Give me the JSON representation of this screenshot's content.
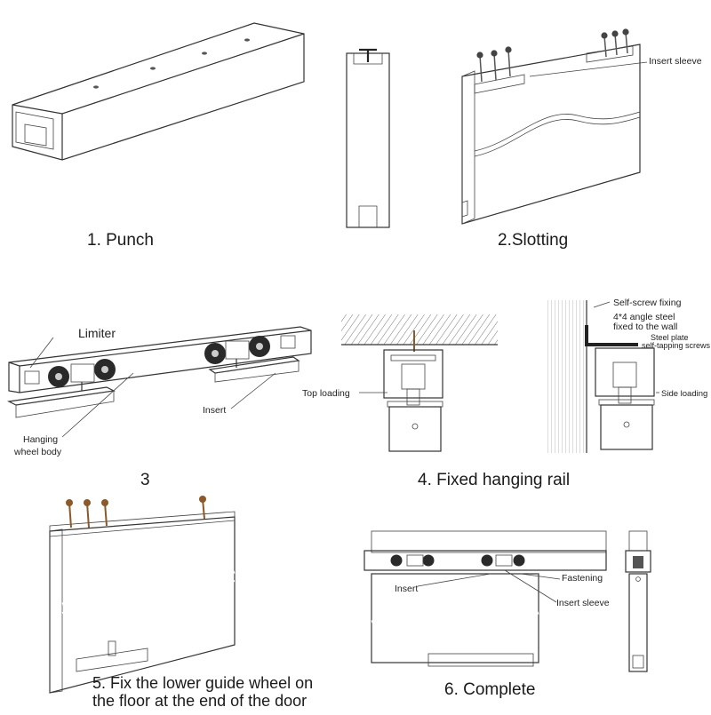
{
  "steps": {
    "s1": "1. Punch",
    "s2": "2.Slotting",
    "s3": "3",
    "s4": "4. Fixed hanging rail",
    "s5_line1": "5. Fix the lower guide wheel on",
    "s5_line2": "the floor at the end of the door",
    "s6": "6. Complete"
  },
  "labels": {
    "insert_sleeve": "Insert sleeve",
    "limiter": "Limiter",
    "insert": "Insert",
    "hanging_line1": "Hanging",
    "hanging_line2": "wheel body",
    "top_loading": "Top loading",
    "self_screw": "Self-screw fixing",
    "angle_line1": "4*4 angle steel",
    "angle_line2": "fixed to the wall",
    "steel_plate_line1": "Steel plate",
    "steel_plate_line2": "self-tapping screws",
    "side_loading": "Side loading",
    "fastening": "Fastening",
    "insert_6": "Insert",
    "insert_sleeve_6": "Insert sleeve"
  },
  "colors": {
    "line": "#333333",
    "wood": "#f9e7a8",
    "glass": "#e9edf1",
    "screw": "#8a5a2b",
    "wheel": "#2a2a2a"
  }
}
